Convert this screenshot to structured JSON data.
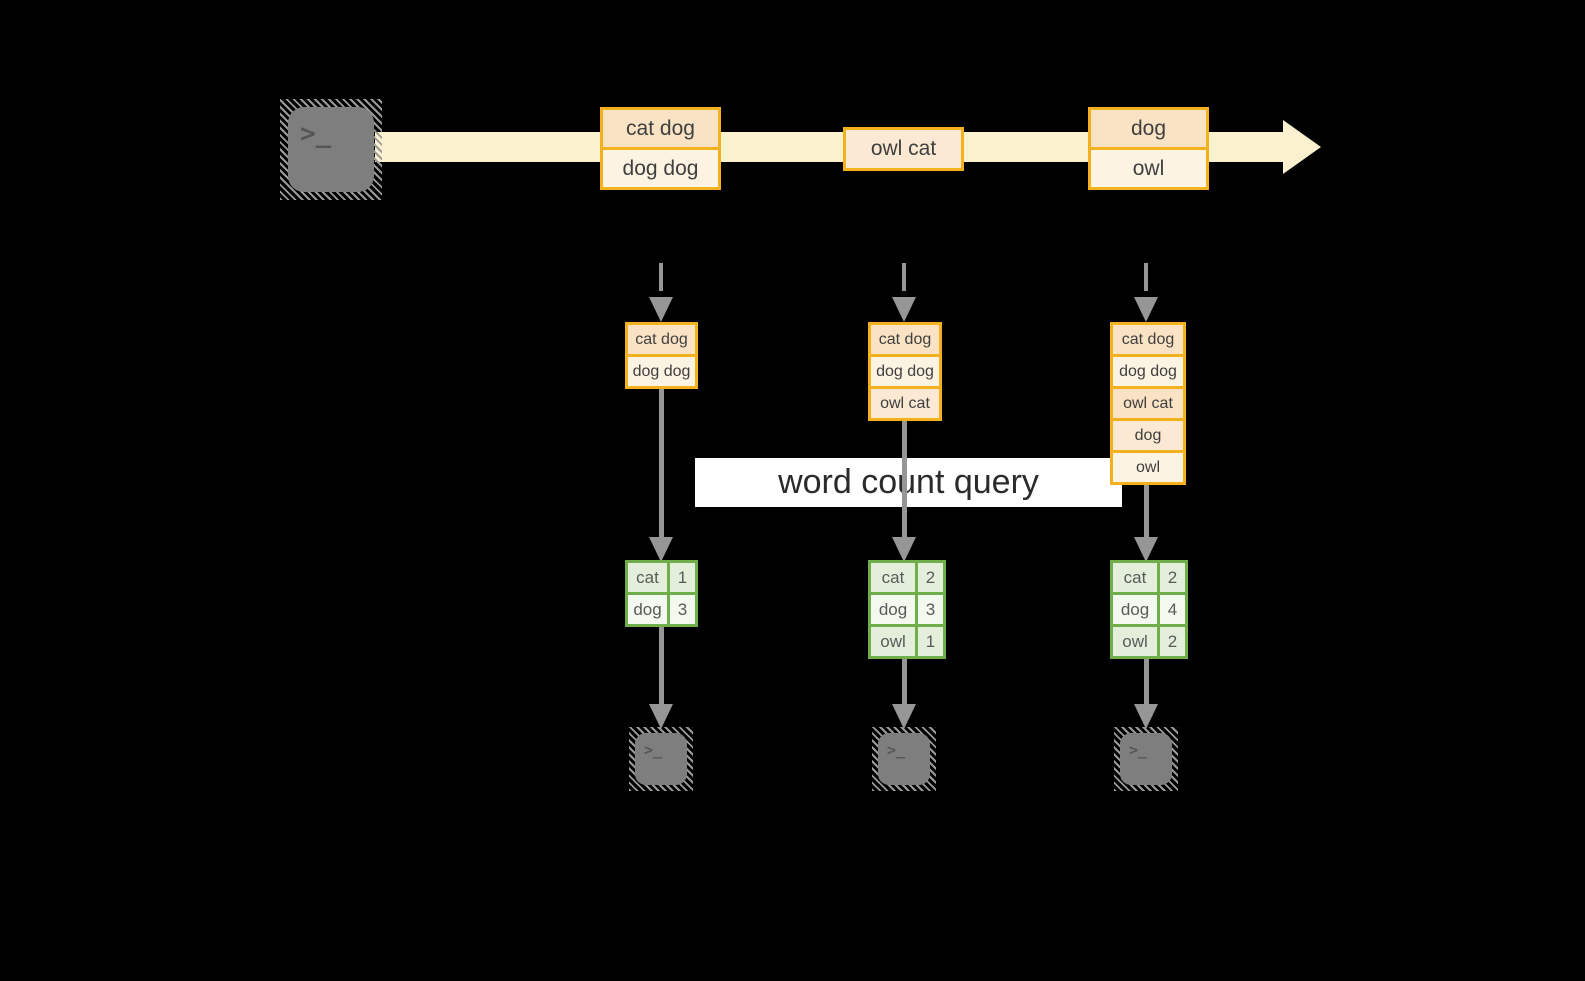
{
  "colors": {
    "background": "#000000",
    "stream_fill": "#fcf1cf",
    "record_border": "#f3b11d",
    "record_fill_peach": "#fae2c4",
    "record_fill_mid": "#fbe9d3",
    "record_fill_cream": "#fdf3e3",
    "arrow_gray": "#969696",
    "table_border": "#70ae4c",
    "table_fill_green": "#e4efdb",
    "table_fill_white": "#f4f9f0",
    "terminal_gray": "#7e7e7e",
    "query_band": "#ffffff"
  },
  "query_label": "word count query",
  "source_terminal": {
    "icon": "terminal-prompt-icon",
    "glyph": ">_"
  },
  "stream": {
    "records": [
      {
        "lines": [
          {
            "text": "cat dog"
          },
          {
            "text": "dog dog"
          }
        ]
      },
      {
        "lines": [
          {
            "text": "owl cat"
          }
        ]
      },
      {
        "lines": [
          {
            "text": "dog"
          },
          {
            "text": "owl"
          }
        ]
      }
    ]
  },
  "columns": [
    {
      "state_cells": [
        {
          "text": "cat dog"
        },
        {
          "text": "dog dog"
        }
      ],
      "counts": [
        {
          "word": "cat",
          "count": "1"
        },
        {
          "word": "dog",
          "count": "3"
        }
      ],
      "sink": {
        "icon": "terminal-prompt-icon",
        "glyph": ">_"
      }
    },
    {
      "state_cells": [
        {
          "text": "cat dog"
        },
        {
          "text": "dog dog"
        },
        {
          "text": "owl cat"
        }
      ],
      "counts": [
        {
          "word": "cat",
          "count": "2"
        },
        {
          "word": "dog",
          "count": "3"
        },
        {
          "word": "owl",
          "count": "1"
        }
      ],
      "sink": {
        "icon": "terminal-prompt-icon",
        "glyph": ">_"
      }
    },
    {
      "state_cells": [
        {
          "text": "cat dog"
        },
        {
          "text": "dog dog"
        },
        {
          "text": "owl cat"
        },
        {
          "text": "dog"
        },
        {
          "text": "owl"
        }
      ],
      "counts": [
        {
          "word": "cat",
          "count": "2"
        },
        {
          "word": "dog",
          "count": "4"
        },
        {
          "word": "owl",
          "count": "2"
        }
      ],
      "sink": {
        "icon": "terminal-prompt-icon",
        "glyph": ">_"
      }
    }
  ]
}
